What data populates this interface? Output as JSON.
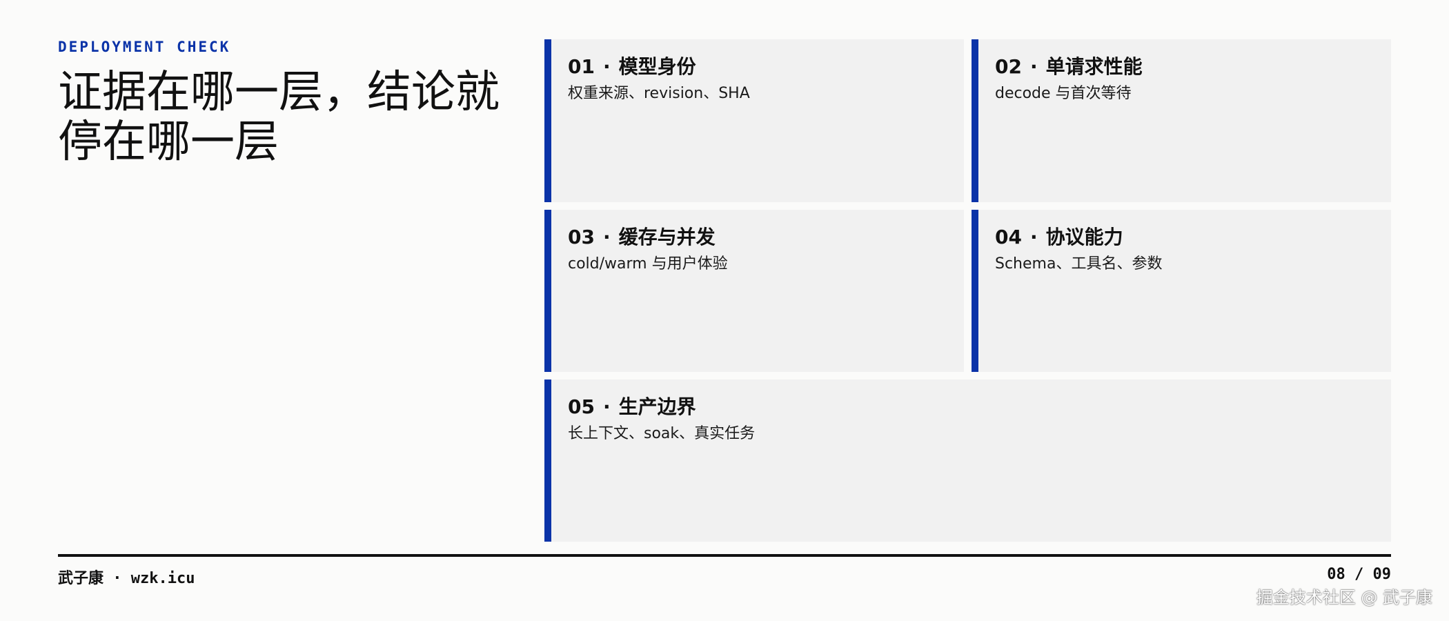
{
  "header": {
    "kicker": "DEPLOYMENT CHECK",
    "title": "证据在哪一层，结论就停在哪一层"
  },
  "cards": [
    {
      "num": "01",
      "dot": "·",
      "title": "模型身份",
      "subtitle": "权重来源、revision、SHA"
    },
    {
      "num": "02",
      "dot": "·",
      "title": "单请求性能",
      "subtitle": "decode 与首次等待"
    },
    {
      "num": "03",
      "dot": "·",
      "title": "缓存与并发",
      "subtitle": "cold/warm 与用户体验"
    },
    {
      "num": "04",
      "dot": "·",
      "title": "协议能力",
      "subtitle": "Schema、工具名、参数"
    },
    {
      "num": "05",
      "dot": "·",
      "title": "生产边界",
      "subtitle": "长上下文、soak、真实任务"
    }
  ],
  "footer": {
    "author": "武子康 · wzk.icu",
    "page": "08 / 09"
  },
  "watermark": "掘金技术社区 @ 武子康",
  "colors": {
    "accent": "#0b33a8",
    "card_bg": "#f1f1f1",
    "page_bg": "#fbfbfa",
    "text": "#111111"
  }
}
